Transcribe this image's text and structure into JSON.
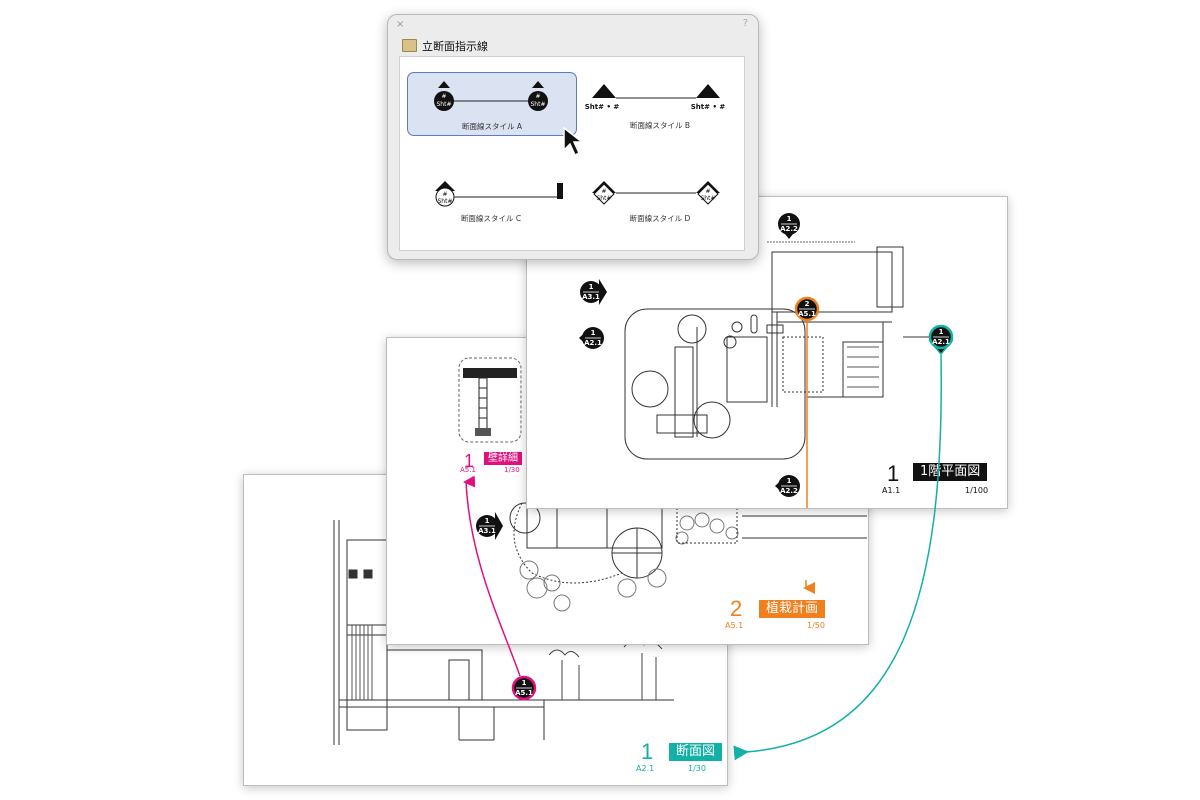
{
  "dialog": {
    "title": "立断面指示線",
    "close_glyph": "×",
    "help_glyph": "?",
    "styles": [
      {
        "label": "断面線スタイル A",
        "selected": true,
        "tag_top": "#",
        "tag_bottom": "Sht#"
      },
      {
        "label": "断面線スタイル B",
        "selected": false,
        "tag_text": "Sht# • #"
      },
      {
        "label": "断面線スタイル C",
        "selected": false,
        "tag_top": "#",
        "tag_bottom": "Sht#"
      },
      {
        "label": "断面線スタイル D",
        "selected": false,
        "tag_top": "#",
        "tag_bottom": "Sht#"
      }
    ]
  },
  "sheets": {
    "plan": {
      "number": "1",
      "ref": "A1.1",
      "title": "1階平面図",
      "scale": "1/100",
      "color": "#111111",
      "markers": [
        {
          "top": "1",
          "bottom": "A2.2"
        },
        {
          "top": "1",
          "bottom": "A3.1"
        },
        {
          "top": "1",
          "bottom": "A2.1"
        },
        {
          "top": "2",
          "bottom": "A5.1"
        },
        {
          "top": "1",
          "bottom": "A2.1"
        },
        {
          "top": "1",
          "bottom": "A2.2"
        }
      ]
    },
    "planting": {
      "number": "2",
      "ref": "A5.1",
      "title": "植栽計画",
      "scale": "1/50",
      "color": "#f07f1e",
      "detail": {
        "number": "1",
        "ref": "A5.1",
        "title": "壁詳細",
        "scale": "1/30",
        "color": "#e0107f"
      },
      "markers": [
        {
          "top": "1",
          "bottom": "A3.1"
        }
      ]
    },
    "section": {
      "number": "1",
      "ref": "A2.1",
      "title": "断面図",
      "scale": "1/30",
      "color": "#12b0a6",
      "markers": [
        {
          "top": "1",
          "bottom": "A5.1"
        }
      ]
    }
  }
}
